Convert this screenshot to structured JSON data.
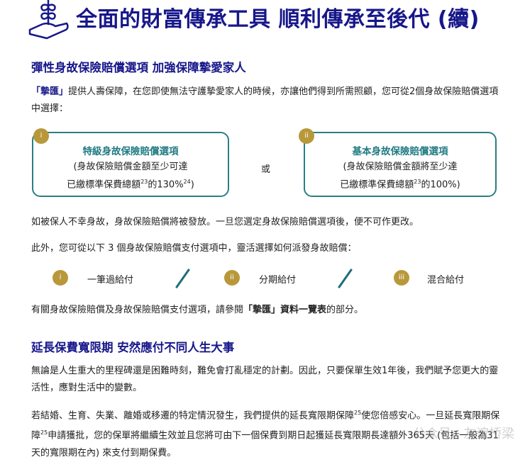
{
  "header": {
    "title": "全面的財富傳承工具  順利傳承至後代 (續)",
    "icon": "plant-in-hand-icon"
  },
  "section1": {
    "heading": "彈性身故保險賠償選項  加強保障摯愛家人",
    "intro_brand": "「摯匯」",
    "intro_text": "提供人壽保障，在您即使無法守護摯愛家人的時候，亦讓他們得到所需照顧，您可從2個身故保險賠償選項中選擇：",
    "options": [
      {
        "badge": "i",
        "title": "特級身故保險賠償選項",
        "line1": "(身故保險賠償金額至少可達",
        "line2a": "已繳標準保費總額",
        "sup1": "23",
        "line2b": "的130%",
        "sup2": "24",
        "line2c": ")"
      },
      {
        "badge": "ii",
        "title": "基本身故保險賠償選項",
        "line1": "(身故保險賠償金額將至少達",
        "line2a": "已繳標準保費總額",
        "sup1": "23",
        "line2b": "的100%)"
      }
    ],
    "or_label": "或",
    "para2": "如被保人不幸身故，身故保險賠償將被發放。一旦您選定身故保險賠償選項後，便不可作更改。",
    "para3": "此外，您可從以下 3 個身故保險賠償支付選項中，靈活選擇如何派發身故賠償：",
    "payment_options": [
      {
        "badge": "i",
        "label": "一筆過給付"
      },
      {
        "badge": "ii",
        "label": "分期給付"
      },
      {
        "badge": "iii",
        "label": "混合給付"
      }
    ],
    "para4_a": "有關身故保險賠償及身故保險賠償支付選項，請參閱",
    "para4_bold": "「摯匯」資料一覽表",
    "para4_b": "的部分。"
  },
  "section2": {
    "heading": "延長保費寬限期  安然應付不同人生大事",
    "para1": "無論是人生重大的里程碑還是困難時刻，難免會打亂穩定的計劃。因此，只要保單生效1年後，我們賦予您更大的靈活性，應對生活中的變數。",
    "para2_a": "若結婚、生育、失業、離婚或移遷的特定情況發生，我們提供的延長寬限期保障",
    "sup_a": "25",
    "para2_b": "使您倍感安心。一旦延長寬限期保障",
    "sup_b": "25",
    "para2_c": "申請獲批，您的保單將繼續生效並且您將可由下一個保費到期日起獲延長寬限期長達額外365天 (包括一般為31天的寬限期在內) 來支付到期保費。"
  },
  "watermark": "公众号 · 友谊桥梁",
  "colors": {
    "navy": "#17178a",
    "teal": "#2a7f86",
    "gold": "#b8983a"
  }
}
